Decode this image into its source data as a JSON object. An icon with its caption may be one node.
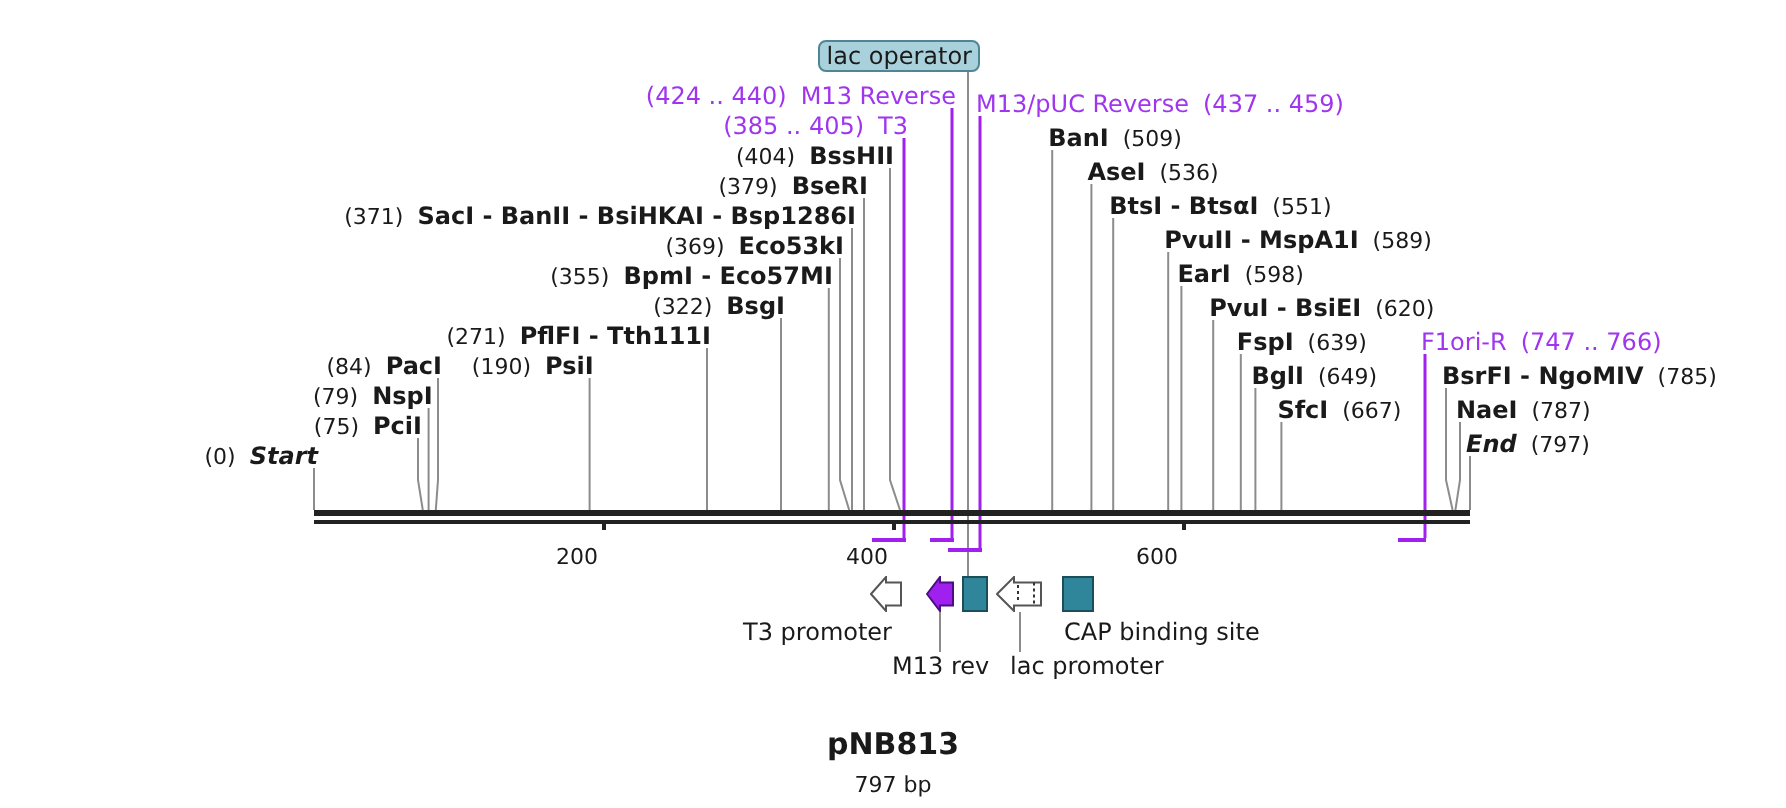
{
  "diagram": {
    "title": "pNB813",
    "caption": "797 bp",
    "nodes": [
      {
        "text": [
          "lac operator"
        ]
      },
      {
        "text": [
          "(424 .. 440)",
          "M13 Reverse"
        ]
      },
      {
        "text": [
          "(385 .. 405)",
          "T3"
        ]
      },
      {
        "text": [
          "(404)",
          "BssHII"
        ]
      },
      {
        "text": [
          "(379)",
          "BseRI"
        ]
      },
      {
        "text": [
          "(371)",
          "SacI - BanII - BsiHKAI - Bsp1286I"
        ]
      },
      {
        "text": [
          "(369)",
          "Eco53kI"
        ]
      },
      {
        "text": [
          "(355)",
          "BpmI - Eco57MI"
        ]
      },
      {
        "text": [
          "(322)",
          "BsgI"
        ]
      },
      {
        "text": [
          "(271)",
          "PflFI - Tth111I"
        ]
      },
      {
        "text": [
          "(190)",
          "PsiI"
        ]
      },
      {
        "text": [
          "(84)",
          "PacI"
        ]
      },
      {
        "text": [
          "(79)",
          "NspI"
        ]
      },
      {
        "text": [
          "(75)",
          "PciI"
        ]
      },
      {
        "text": [
          "(0)",
          "Start"
        ]
      },
      {
        "text": [
          "M13/pUC Reverse",
          "(437 .. 459)"
        ]
      },
      {
        "text": [
          "BanI",
          "(509)"
        ]
      },
      {
        "text": [
          "AseI",
          "(536)"
        ]
      },
      {
        "text": [
          "BtsI - BtsαI",
          "(551)"
        ]
      },
      {
        "text": [
          "PvuII - MspA1I",
          "(589)"
        ]
      },
      {
        "text": [
          "EarI",
          "(598)"
        ]
      },
      {
        "text": [
          "PvuI - BsiEI",
          "(620)"
        ]
      },
      {
        "text": [
          "FspI",
          "(639)"
        ]
      },
      {
        "text": [
          "F1ori-R",
          "(747 .. 766)"
        ]
      },
      {
        "text": [
          "BglI",
          "(649)"
        ]
      },
      {
        "text": [
          "BsrFI - NgoMIV",
          "(785)"
        ]
      },
      {
        "text": [
          "SfcI",
          "(667)"
        ]
      },
      {
        "text": [
          "NaeI",
          "(787)"
        ]
      },
      {
        "text": [
          "End",
          "(797)"
        ]
      },
      {
        "text": [],
        "shape": "bar"
      },
      {
        "text": [],
        "shape": "bar"
      },
      {
        "text": [],
        "shape": "bar"
      },
      {
        "text": [],
        "shape": "bar"
      },
      {
        "text": [],
        "shape": "bar"
      },
      {
        "text": [],
        "shape": "arrow",
        "beside": [
          "T3 promoter"
        ]
      },
      {
        "text": [],
        "shape": "arrow"
      },
      {
        "text": [],
        "shape": "box"
      },
      {
        "text": [],
        "shape": "arrow"
      },
      {
        "text": [],
        "shape": "box",
        "beside": [
          "CAP binding site"
        ]
      },
      {
        "text": [
          "M13 rev"
        ]
      },
      {
        "text": [
          "lac promoter"
        ]
      }
    ],
    "edges": [
      {
        "from": 0,
        "to": 36,
        "arrow": "none"
      },
      {
        "from": 1,
        "to": 31,
        "arrow": "none",
        "color": "#a020f0"
      },
      {
        "from": 2,
        "to": 30,
        "arrow": "none",
        "color": "#a020f0"
      },
      {
        "from": 3,
        "to": 29,
        "arrow": "none"
      },
      {
        "from": 4,
        "to": 29,
        "arrow": "none"
      },
      {
        "from": 5,
        "to": 29,
        "arrow": "none"
      },
      {
        "from": 6,
        "to": 29,
        "arrow": "none"
      },
      {
        "from": 7,
        "to": 29,
        "arrow": "none"
      },
      {
        "from": 8,
        "to": 29,
        "arrow": "none"
      },
      {
        "from": 9,
        "to": 29,
        "arrow": "none"
      },
      {
        "from": 10,
        "to": 29,
        "arrow": "none"
      },
      {
        "from": 11,
        "to": 29,
        "arrow": "none"
      },
      {
        "from": 12,
        "to": 29,
        "arrow": "none"
      },
      {
        "from": 13,
        "to": 29,
        "arrow": "none"
      },
      {
        "from": 14,
        "to": 29,
        "arrow": "none"
      },
      {
        "from": 15,
        "to": 32,
        "arrow": "none",
        "color": "#a020f0"
      },
      {
        "from": 16,
        "to": 29,
        "arrow": "none"
      },
      {
        "from": 17,
        "to": 29,
        "arrow": "none"
      },
      {
        "from": 18,
        "to": 29,
        "arrow": "none"
      },
      {
        "from": 19,
        "to": 29,
        "arrow": "none"
      },
      {
        "from": 20,
        "to": 29,
        "arrow": "none"
      },
      {
        "from": 21,
        "to": 29,
        "arrow": "none"
      },
      {
        "from": 22,
        "to": 29,
        "arrow": "none"
      },
      {
        "from": 23,
        "to": 33,
        "arrow": "none",
        "color": "#a020f0"
      },
      {
        "from": 24,
        "to": 29,
        "arrow": "none"
      },
      {
        "from": 25,
        "to": 29,
        "arrow": "none"
      },
      {
        "from": 26,
        "to": 29,
        "arrow": "none"
      },
      {
        "from": 27,
        "to": 29,
        "arrow": "none"
      },
      {
        "from": 28,
        "to": 29,
        "arrow": "none"
      },
      {
        "from": 39,
        "to": 35,
        "arrow": "none"
      },
      {
        "from": 40,
        "to": 37,
        "arrow": "none"
      }
    ],
    "labels": [
      "200",
      "400",
      "600"
    ]
  }
}
